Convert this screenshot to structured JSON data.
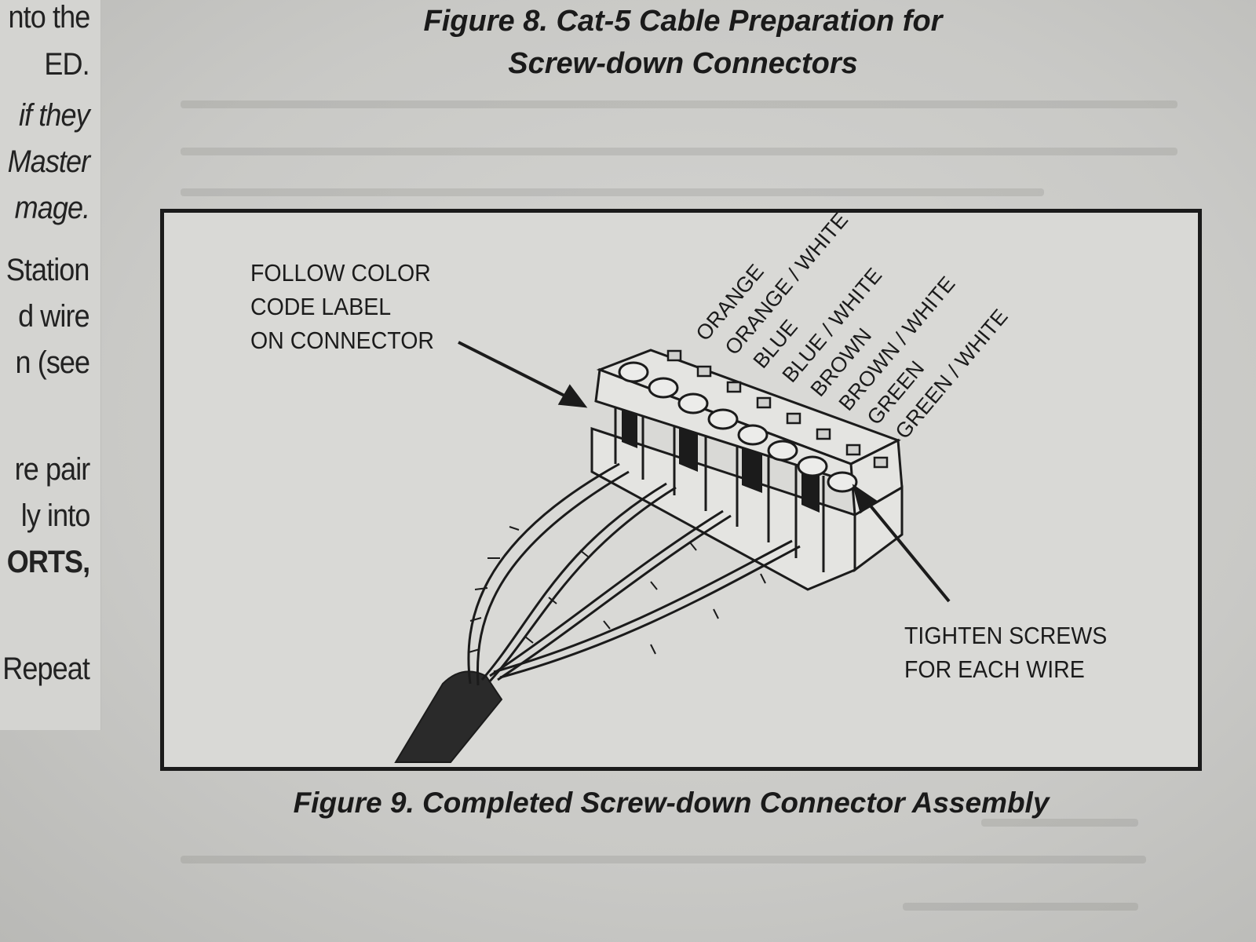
{
  "left_column": {
    "lines": [
      {
        "text": "nto the",
        "style": "normal"
      },
      {
        "text": "ED.",
        "style": "normal"
      },
      {
        "text": "if they",
        "style": "italic"
      },
      {
        "text": "Master",
        "style": "italic"
      },
      {
        "text": "mage.",
        "style": "italic"
      },
      {
        "text": "Station",
        "style": "normal"
      },
      {
        "text": "d wire",
        "style": "normal"
      },
      {
        "text": "n (see",
        "style": "normal"
      },
      {
        "text": "re pair",
        "style": "normal"
      },
      {
        "text": "ly into",
        "style": "normal"
      },
      {
        "text": "ORTS,",
        "style": "bold"
      },
      {
        "text": "Repeat",
        "style": "normal"
      }
    ]
  },
  "figure8": {
    "title_line1": "Figure 8. Cat-5 Cable Preparation for",
    "title_line2": "Screw-down Connectors"
  },
  "figure9": {
    "caption": "Figure 9. Completed Screw-down Connector Assembly",
    "note_follow": [
      "FOLLOW COLOR",
      "CODE LABEL",
      "ON CONNECTOR"
    ],
    "note_tighten": [
      "TIGHTEN SCREWS",
      "FOR EACH WIRE"
    ],
    "wire_labels": [
      "ORANGE",
      "ORANGE / WHITE",
      "BLUE",
      "BLUE / WHITE",
      "BROWN",
      "BROWN / WHITE",
      "GREEN",
      "GREEN / WHITE"
    ]
  },
  "colors": {
    "ink": "#1b1b1b",
    "paper": "#d9d9d6",
    "cable_jacket": "#2a2a2a"
  }
}
